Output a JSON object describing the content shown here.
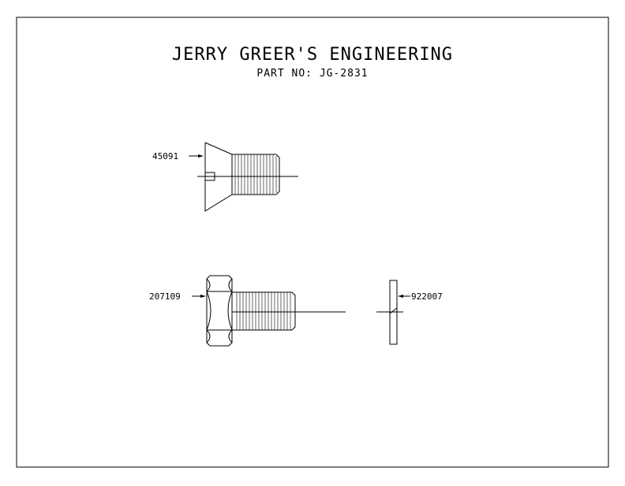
{
  "title": "JERRY GREER'S ENGINEERING",
  "part_number": "PART NO: JG-2831",
  "callouts": {
    "countersunk_screw": "45091",
    "hex_bolt": "207109",
    "washer": "922007"
  }
}
